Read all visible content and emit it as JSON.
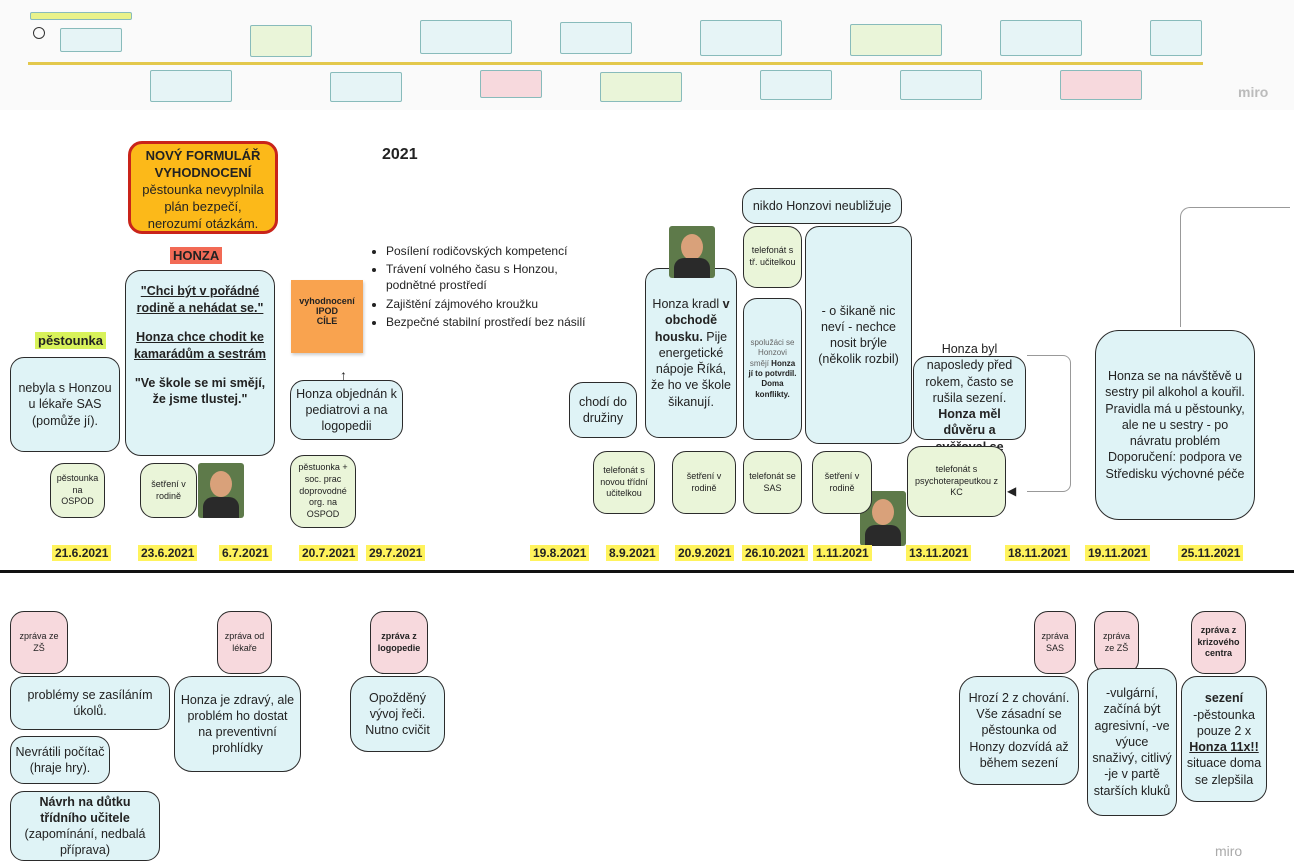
{
  "overview": {
    "brand": "miro"
  },
  "year": "2021",
  "labels": {
    "pestounka": "pěstounka",
    "honza": "HONZA"
  },
  "new_form": {
    "title": "NOVÝ FORMULÁŘ VYHODNOCENÍ",
    "text": "pěstounka nevyplnila plán bezpečí, nerozumí otázkám."
  },
  "quote_box": {
    "q1": "\"Chci být v pořádné rodině a nehádat se.\"",
    "q2": "Honza chce chodit ke kamarádům a sestrám",
    "q3": "\"Ve škole se mi smějí, že jsme tlustej.\""
  },
  "sticky": {
    "line1": "vyhodnocení",
    "line2": "IPOD",
    "line3": "CÍLE"
  },
  "goals": [
    "Posílení rodičovských kompetencí",
    "Trávení volného času s Honzou, podnětné prostředí",
    "Zajištění zájmového kroužku",
    "Bezpečné stabilní prostředí bez násilí"
  ],
  "upper_boxes": {
    "b_lekar": "nebyla s Honzou u lékaře SAS (pomůže jí).",
    "b_pediatr": "Honza objednán k pediatrovi a na logopedii",
    "b_druzina": "chodí do družiny",
    "b_kradl_a": "Honza kradl ",
    "b_kradl_b": "v obchodě housku.",
    "b_kradl_c": " Pije energetické nápoje Říká, že ho ve škole šikanují.",
    "b_neublizuje": "nikdo Honzovi neubližuje",
    "b_ucitelka": "telefonát s tř. učitelkou",
    "b_spoluzaci_a": "spolužáci se Honzovi smějí ",
    "b_spoluzaci_b": "Honza jí to potvrdil. Doma konflikty.",
    "b_sikana": "- o šikaně nic neví - nechce nosit brýle (několik rozbil)",
    "b_naposledy_a": "Honza byl naposledy před rokem, často se rušila sezení.",
    "b_naposledy_b": "Honza měl důvěru a svěřoval se",
    "b_navsteva": "Honza se na návštěvě u sestry pil alkohol a kouřil. Pravidla má u pěstounky, ale ne u sestry - po návratu problém Doporučení: podpora ve Středisku výchovné péče"
  },
  "green_boxes": {
    "g_ospod": "pěstounka na OSPOD",
    "g_setreni1": "šetření v rodině",
    "g_soc": "pěstuonka + soc. prac doprovodné org. na OSPOD",
    "g_nova_ucitelka": "telefonát s novou třídní učitelkou",
    "g_setreni2": "šetření v rodině",
    "g_sas": "telefonát se SAS",
    "g_setreni3": "šetření v rodině",
    "g_psycho": "telefonát s psychoterapeutkou z KC"
  },
  "dates": [
    "21.6.2021",
    "23.6.2021",
    "6.7.2021",
    "20.7.2021",
    "29.7.2021",
    "19.8.2021",
    "8.9.2021",
    "20.9.2021",
    "26.10.2021",
    "1.11.2021",
    "13.11.2021",
    "18.11.2021",
    "19.11.2021",
    "25.11.2021"
  ],
  "reports": {
    "zs1": "zpráva ze ZŠ",
    "lekar": "zpráva od lékaře",
    "logo": "zpráva z logopedie",
    "sas": "zpráva SAS",
    "zs2": "zpráva ze ZŠ",
    "krize": "zpráva z krizového centra"
  },
  "lower_boxes": {
    "ukoly": "problémy se zasíláním úkolů.",
    "pocitac": "Nevrátili počítač (hraje hry).",
    "navrh_a": "Návrh na důtku třídního učitele",
    "navrh_b": "(zapomínání, nedbalá příprava)",
    "zdravy": "Honza je zdravý, ale problém ho dostat na preventivní prohlídky",
    "opozdeny": "Opožděný vývoj řeči. Nutno cvičit",
    "hrozi": "Hrozí 2 z chování. Vše zásadní se pěstounka od Honzy dozvídá až během sezení",
    "vulgarni": "-vulgární, začíná být agresivní, -ve výuce snaživý, citlivý -je v partě starších kluků",
    "sezeni_a": "sezení",
    "sezeni_b": "-pěstounka pouze 2 x",
    "sezeni_c": "Honza 11x!!",
    "sezeni_d": "situace doma se zlepšila"
  },
  "footer": {
    "brand": "miro"
  }
}
